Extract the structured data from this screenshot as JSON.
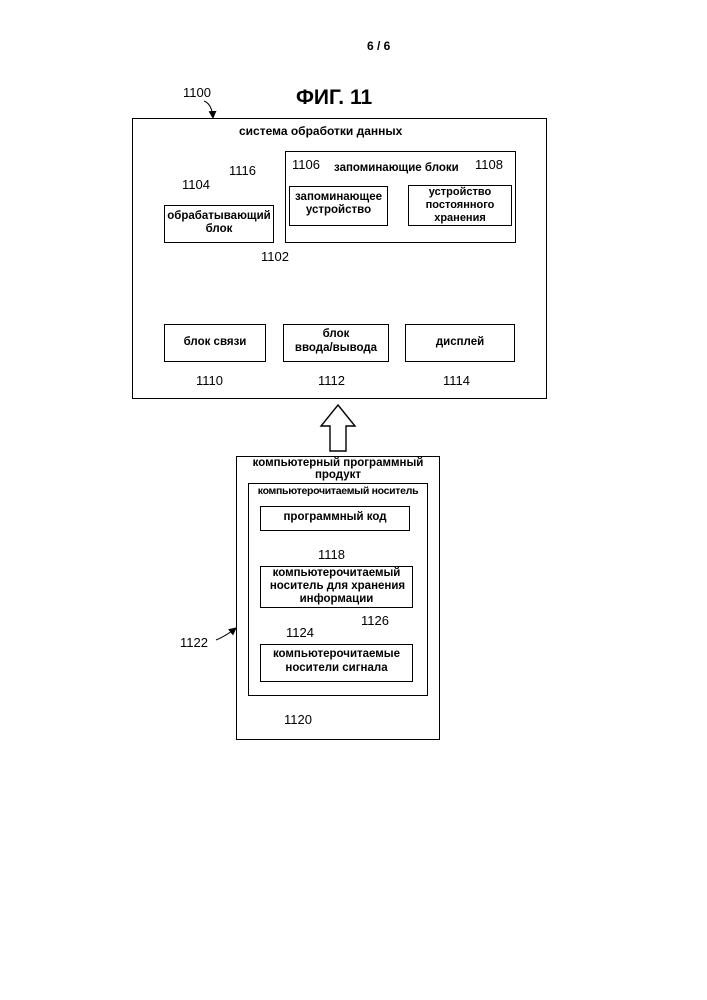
{
  "page_number": "6 / 6",
  "figure_title": "ФИГ. 11",
  "system": {
    "ref": "1100",
    "title": "система обработки данных",
    "bus_ref": "1102",
    "processor": {
      "ref": "1104",
      "label_1": "обрабатывающий",
      "label_2": "блок"
    },
    "storage": {
      "ref": "1116",
      "title_ref": "1106",
      "title": "запоминающие блоки",
      "memory": {
        "label_1": "запоминающее",
        "label_2": "устройство"
      },
      "persistent": {
        "ref": "1108",
        "label_1": "устройство",
        "label_2": "постоянного",
        "label_3": "хранения"
      }
    },
    "comms": {
      "ref": "1110",
      "label": "блок связи"
    },
    "io": {
      "ref": "1112",
      "label_1": "блок",
      "label_2": "ввода/вывода"
    },
    "display": {
      "ref": "1114",
      "label": "дисплей"
    }
  },
  "product": {
    "ref": "1122",
    "title_1": "компьютерный программный",
    "title_2": "продукт",
    "medium": {
      "ref": "1120",
      "title": "компьютерочитаемый носитель",
      "code": {
        "ref": "1118",
        "label": "программный код"
      },
      "storage_medium": {
        "ref": "1124",
        "label_1": "компьютерочитаемый",
        "label_2": "носитель  для хранения",
        "label_3": "информации"
      },
      "signal_medium": {
        "ref": "1126",
        "label_1": "компьютерочитаемые",
        "label_2": "носители сигнала"
      }
    }
  }
}
